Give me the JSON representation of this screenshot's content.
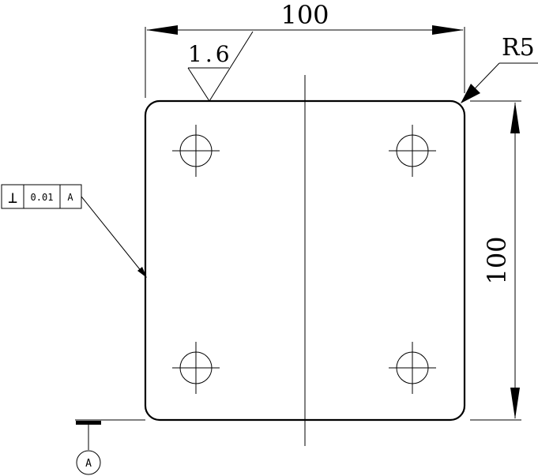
{
  "dimensions": {
    "width_value": "100",
    "height_value": "100",
    "corner_radius": "R5"
  },
  "surface_finish": {
    "roughness": "1.6"
  },
  "feature_control_frame": {
    "symbol": "⊥",
    "tolerance": "0.01",
    "datum": "A"
  },
  "datum": {
    "label": "A"
  }
}
